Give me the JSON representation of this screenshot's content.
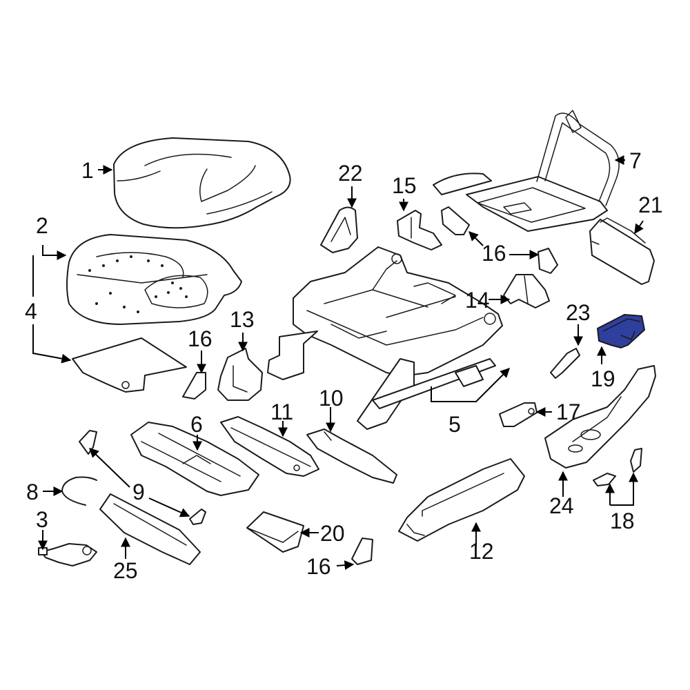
{
  "diagram": {
    "highlight_color": "#2f3f9e",
    "highlighted_part": "19",
    "callouts": {
      "c1": "1",
      "c2": "2",
      "c3": "3",
      "c4": "4",
      "c5": "5",
      "c6": "6",
      "c7": "7",
      "c8": "8",
      "c9": "9",
      "c10": "10",
      "c11": "11",
      "c12": "12",
      "c13": "13",
      "c14": "14",
      "c15": "15",
      "c16a": "16",
      "c16b": "16",
      "c16c": "16",
      "c17": "17",
      "c18": "18",
      "c19": "19",
      "c20": "20",
      "c21": "21",
      "c22": "22",
      "c23": "23",
      "c24": "24",
      "c25": "25"
    }
  }
}
